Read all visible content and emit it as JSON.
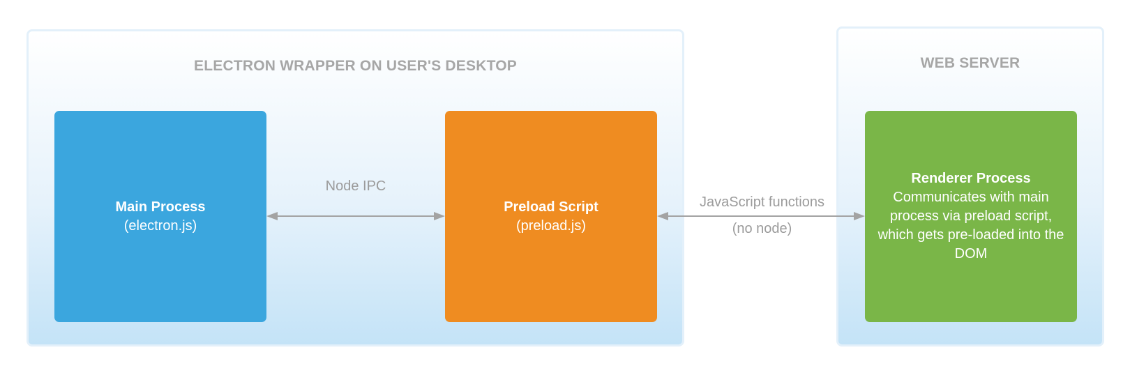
{
  "containers": {
    "desktop": {
      "title": "ELECTRON WRAPPER ON USER'S DESKTOP"
    },
    "server": {
      "title": "WEB SERVER"
    }
  },
  "nodes": {
    "main": {
      "title": "Main Process",
      "subtitle": "(electron.js)",
      "color": "#3ba6de"
    },
    "preload": {
      "title": "Preload Script",
      "subtitle": "(preload.js)",
      "color": "#ef8c21"
    },
    "renderer": {
      "title": "Renderer Process",
      "description": "Communicates with main process via preload script, which gets pre-loaded into the DOM",
      "color": "#7ab648"
    }
  },
  "connections": {
    "ipc": {
      "label": "Node IPC"
    },
    "js": {
      "label": "JavaScript functions",
      "sublabel": "(no node)"
    }
  },
  "colors": {
    "arrow": "#a3a3a3",
    "label": "#9b9b9b"
  }
}
